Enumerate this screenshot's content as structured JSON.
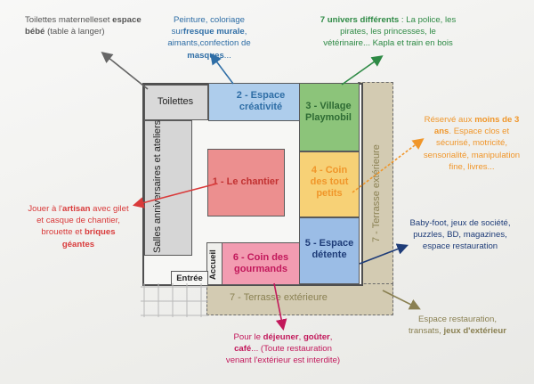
{
  "colors": {
    "background": "#f4f4f2",
    "outline": "#5a5a5a",
    "toilettes": "#d9d9d9",
    "creativite": "#aecdec",
    "playmobil": "#8cc47a",
    "chantier": "#ec8f8f",
    "tout_petits": "#f7d176",
    "detente": "#9bbde6",
    "gourmands": "#f29cb1",
    "terrasse": "#d3cbb2",
    "salles": "#d6d6d6",
    "note_gray": "#555555",
    "note_blue": "#2f6ea6",
    "note_green": "#2e8a45",
    "note_orange": "#f0962a",
    "note_red": "#d93a3a",
    "note_navy": "#1e3c78",
    "note_olive": "#8a8052",
    "note_magenta": "#c2185b"
  },
  "rooms": {
    "toilettes": "Toilettes",
    "creativite": "2 - Espace créativité",
    "playmobil": "3 - Village Playmobil",
    "chantier": "1 - Le chantier",
    "tout_petits": "4 - Coin des tout petits",
    "detente": "5 - Espace détente",
    "gourmands": "6 - Coin des gourmands",
    "salles": "Salles anniversaires et ateliers",
    "accueil": "Accueil",
    "entree": "Entrée",
    "terrasse_bottom": "7 - Terrasse extérieure",
    "terrasse_right": "7 - Terrasse extérieure"
  },
  "notes": {
    "toilettes": {
      "parts": [
        {
          "text": "Toilettes maternelles",
          "bold": false
        },
        {
          "text": "et ",
          "bold": false
        },
        {
          "text": "espace bébé",
          "bold": true
        },
        {
          "text": " (table à langer)",
          "bold": false
        }
      ]
    },
    "creativite": {
      "parts": [
        {
          "text": "Peinture, coloriage sur",
          "bold": false
        },
        {
          "text": "fresque murale",
          "bold": true
        },
        {
          "text": ", aimants,",
          "bold": false
        },
        {
          "text": "confection de ",
          "bold": false
        },
        {
          "text": "masques",
          "bold": true
        },
        {
          "text": "...",
          "bold": false
        }
      ]
    },
    "playmobil": {
      "parts": [
        {
          "text": "7 univers différents",
          "bold": true
        },
        {
          "text": " : La police, les pirates, les princesses, le vétérinaire... Kapla et train en bois",
          "bold": false
        }
      ]
    },
    "tout_petits": {
      "parts": [
        {
          "text": "Réservé aux ",
          "bold": false
        },
        {
          "text": "moins de 3 ans",
          "bold": true
        },
        {
          "text": ". Espace clos et sécurisé, motricité, sensorialité, manipulation fine, livres...",
          "bold": false
        }
      ]
    },
    "chantier": {
      "parts": [
        {
          "text": "Jouer à l'",
          "bold": false
        },
        {
          "text": "artisan",
          "bold": true
        },
        {
          "text": " avec gilet et casque de chantier, brouette et ",
          "bold": false
        },
        {
          "text": "briques géantes",
          "bold": true
        }
      ]
    },
    "detente": {
      "parts": [
        {
          "text": "Baby-foot, jeux de société, puzzles, BD, magazines, espace restauration",
          "bold": false
        }
      ]
    },
    "terrasse": {
      "parts": [
        {
          "text": "Espace restauration, transats, ",
          "bold": false
        },
        {
          "text": "jeux d'extérieur",
          "bold": true
        }
      ]
    },
    "gourmands": {
      "parts": [
        {
          "text": "Pour le ",
          "bold": false
        },
        {
          "text": "déjeuner",
          "bold": true
        },
        {
          "text": ", ",
          "bold": false
        },
        {
          "text": "goûter",
          "bold": true
        },
        {
          "text": ", ",
          "bold": false
        },
        {
          "text": "café",
          "bold": true
        },
        {
          "text": "... (Toute restauration venant l'extérieur est interdite)",
          "bold": false
        }
      ]
    }
  }
}
